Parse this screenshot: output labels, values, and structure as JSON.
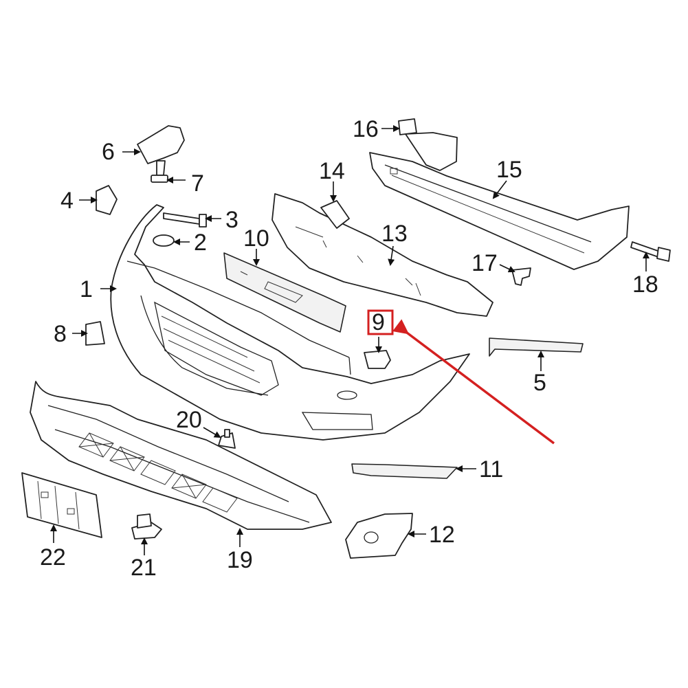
{
  "callouts": {
    "c1": "1",
    "c2": "2",
    "c3": "3",
    "c4": "4",
    "c5": "5",
    "c6": "6",
    "c7": "7",
    "c8": "8",
    "c9": "9",
    "c10": "10",
    "c11": "11",
    "c12": "12",
    "c13": "13",
    "c14": "14",
    "c15": "15",
    "c16": "16",
    "c17": "17",
    "c18": "18",
    "c19": "19",
    "c20": "20",
    "c21": "21",
    "c22": "22"
  },
  "highlight": {
    "part": "9",
    "color": "#d42020"
  },
  "colors": {
    "line": "#222222",
    "background": "#ffffff"
  }
}
